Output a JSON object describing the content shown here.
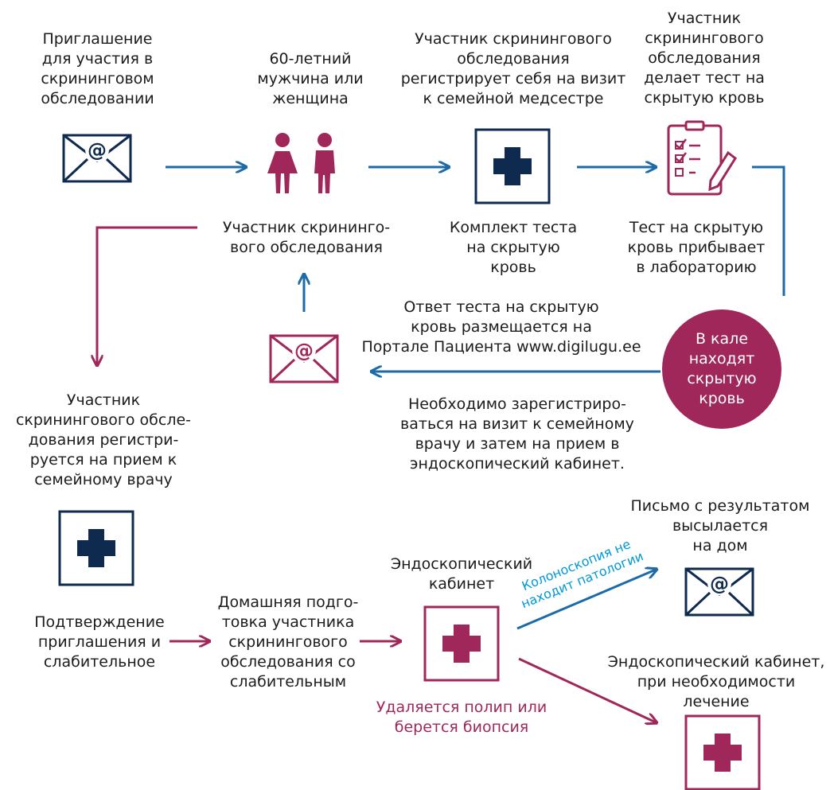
{
  "colors": {
    "navy": "#0e2a4f",
    "blue": "#1d6aa8",
    "magenta": "#a0275a",
    "cyan": "#0099d8"
  },
  "icons": {
    "invite_email": "envelope-at-icon",
    "people": "woman-man-icon",
    "test_kit": "medical-cross-box-icon",
    "checklist": "checklist-pencil-icon",
    "result_email": "envelope-at-icon",
    "confirm_box": "medical-cross-box-icon",
    "endoscopy_box": "medical-cross-box-icon",
    "home_letter": "envelope-at-icon",
    "treatment_box": "medical-cross-box-icon"
  },
  "steps": {
    "invitation": "Приглашение\nдля участия в\nскрининговом\nобследовании",
    "person": "60-летний\nмужчина или\nженщина",
    "registers_nurse": "Участник скринингового\nобследования\nрегистрирует себя на визит\nк семейной медсестре",
    "takes_test": "Участник\nскринингового\nобследования\nделает тест на\nскрытую кровь",
    "participant": "Участник скрининго-\nвого обследования",
    "test_kit": "Комплект теста\nна скрытую\nкровь",
    "arrives_lab": "Тест на скрытую\nкровь прибывает\nв лабораторию",
    "result_portal": "Ответ теста на скрытую\nкровь размещается на\nПортале Пациента www.digilugu.ee",
    "blood_found": "В кале\nнаходят\nскрытую\nкровь",
    "must_register": "Необходимо зарегистриро-\nваться на визит к семейному\nврачу и затем на прием в\nэндоскопический кабинет.",
    "registers_doctor": "Участник\nскринингового обсле-\nдования регистри-\nруется на прием к\nсемейному врачу",
    "confirmation": "Подтверждение\nприглашения и\nслабительное",
    "home_prep": "Домашняя подго-\nтовка участника\nскринингового\nобследования со\nслабительным",
    "endoscopy_room": "Эндоскопический\nкабинет",
    "polyp_removed": "Удаляется полип или\nберется биопсия",
    "no_pathology": "Колоноскопия не\nнаходит патологии",
    "letter_home": "Письмо с результатом\nвысылается\nна дом",
    "endoscopy_treatment": "Эндоскопический кабинет,\nпри необходимости\nлечение"
  }
}
